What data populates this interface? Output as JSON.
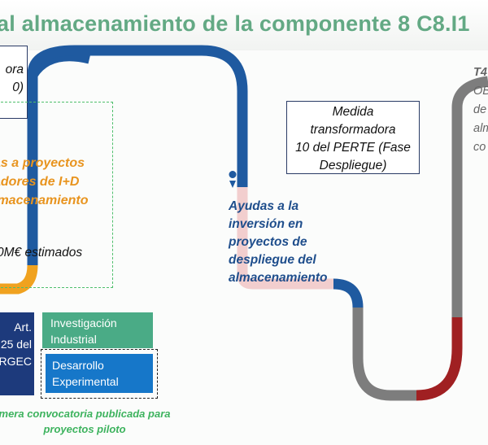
{
  "title": "al almacenamiento de la componente 8 C8.I1",
  "top_left_box": {
    "lines": [
      "ora",
      "0)"
    ]
  },
  "orange_block": {
    "lines": [
      "as a proyectos",
      "adores de I+D",
      "lmacenamiento"
    ]
  },
  "estimated": "0M€ estimados",
  "medida_box": {
    "lines": [
      "Medida",
      "transformadora",
      "10 del PERTE (Fase",
      "Despliegue)"
    ]
  },
  "ayudas": {
    "lines": [
      "Ayudas a la",
      "inversión en",
      "proyectos de",
      "despliegue del",
      "almacenamiento"
    ]
  },
  "article_box": {
    "lines": [
      "Art.",
      "25 del",
      "RGEC"
    ]
  },
  "investigacion": {
    "lines": [
      "Investigación",
      "Industrial"
    ]
  },
  "desarrollo": {
    "lines": [
      "Desarrollo",
      "Experimental"
    ]
  },
  "convocatoria": {
    "lines": [
      "mera convocatoria publicada para",
      "proyectos piloto"
    ]
  },
  "t4_block": {
    "lines": [
      "T4",
      "OB",
      "de",
      "alm",
      "co"
    ]
  },
  "colors": {
    "title": "#63a984",
    "road_blue": "#1f5aa0",
    "road_gray": "#7d7d7d",
    "road_red": "#a02022",
    "road_pink": "#f2cece",
    "orange": "#e8941f",
    "navy": "#1d3a7c"
  }
}
